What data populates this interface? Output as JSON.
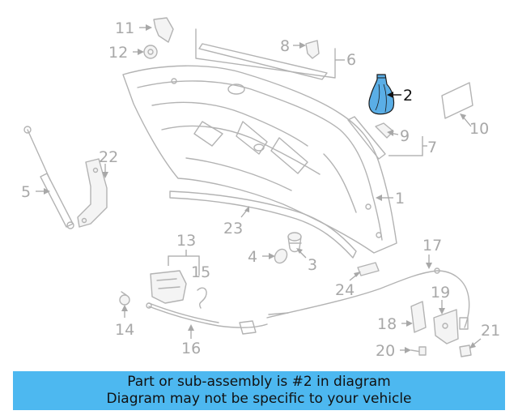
{
  "diagram": {
    "callouts": {
      "p1": "1",
      "p2": "2",
      "p3": "3",
      "p4": "4",
      "p5": "5",
      "p6": "6",
      "p7": "7",
      "p8": "8",
      "p9": "9",
      "p10": "10",
      "p11": "11",
      "p12": "12",
      "p13": "13",
      "p14": "14",
      "p15": "15",
      "p16": "16",
      "p17": "17",
      "p18": "18",
      "p19": "19",
      "p20": "20",
      "p21": "21",
      "p22": "22",
      "p23": "23",
      "p24": "24"
    },
    "highlighted_part": "2",
    "highlight_color": "#5aaee6",
    "line_color": "#b3b3b3"
  },
  "banner": {
    "line1": "Part or sub-assembly is #2 in diagram",
    "line2": "Diagram may not be specific to your vehicle",
    "color": "#4db8f0"
  }
}
